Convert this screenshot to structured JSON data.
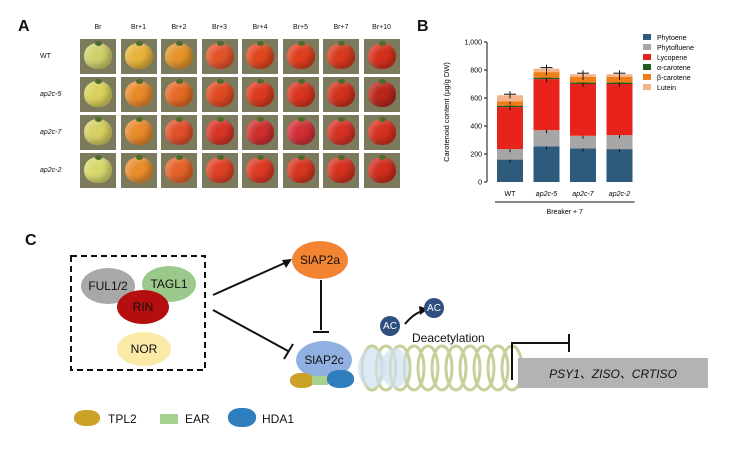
{
  "panels": {
    "a": "A",
    "b": "B",
    "c": "C"
  },
  "panel_a": {
    "columns": [
      "Br",
      "Br+1",
      "Br+2",
      "Br+3",
      "Br+4",
      "Br+5",
      "Br+7",
      "Br+10"
    ],
    "rows": [
      "WT",
      "ap2c-5",
      "ap2c-7",
      "ap2c-2"
    ],
    "fruit_colors": [
      [
        "#cfd06a",
        "#e8b23b",
        "#e3942a",
        "#e2542a",
        "#e0471f",
        "#df3f1e",
        "#d83a1d",
        "#d4311c"
      ],
      [
        "#d9d15b",
        "#e88a2a",
        "#e56a25",
        "#e04a22",
        "#db3a20",
        "#d8341e",
        "#d1301d",
        "#b8271b"
      ],
      [
        "#d6cf62",
        "#e98a2b",
        "#e1502a",
        "#d73527",
        "#cf2f2f",
        "#d12f36",
        "#d73124",
        "#d4301f"
      ],
      [
        "#d8d86c",
        "#e88d2c",
        "#e5632a",
        "#df4126",
        "#dc3a23",
        "#d63620",
        "#d5321e",
        "#d02d1d"
      ]
    ]
  },
  "chart_data": {
    "type": "bar",
    "stacked": true,
    "ylabel": "Carotenoid content (μg/g DW)",
    "ylim": [
      0,
      1000
    ],
    "yticks": [
      "0",
      "200",
      "400",
      "600",
      "800",
      "1,000"
    ],
    "categories": [
      "WT",
      "ap2c-5",
      "ap2c-7",
      "ap2c-2"
    ],
    "group_label": "Breaker + 7",
    "legend_position": "right",
    "series": [
      {
        "name": "Phytoene",
        "color": "#2e5a7c",
        "values": [
          160,
          255,
          240,
          235
        ]
      },
      {
        "name": "Phytofluene",
        "color": "#a6a6a6",
        "values": [
          75,
          115,
          90,
          100
        ]
      },
      {
        "name": "Lycopene",
        "color": "#e8231c",
        "values": [
          300,
          365,
          370,
          365
        ]
      },
      {
        "name": "α-carotene",
        "color": "#1f5c1f",
        "values": [
          10,
          10,
          10,
          10
        ]
      },
      {
        "name": "β-carotene",
        "color": "#f07d1a",
        "values": [
          30,
          40,
          40,
          40
        ]
      },
      {
        "name": "Lutein",
        "color": "#f4b58a",
        "values": [
          45,
          25,
          20,
          20
        ]
      }
    ]
  },
  "panel_c": {
    "ful12": "FUL1/2",
    "tagl1": "TAGL1",
    "rin": "RIN",
    "nor": "NOR",
    "slap2a": "SlAP2a",
    "slap2c": "SlAP2c",
    "ac1": "AC",
    "ac2": "AC",
    "deacetylation": "Deacetylation",
    "targets": "PSY1、ZISO、CRTISO",
    "legend": {
      "tpl2": "TPL2",
      "ear": "EAR",
      "hda1": "HDA1"
    },
    "colors": {
      "ful": "#a8a8a8",
      "tagl": "#9bc98b",
      "rin": "#b40e0e",
      "nor": "#fbeaa7",
      "slap2a": "#f38432",
      "slap2c": "#8fb0e0",
      "ac": "#2f4f7f",
      "tpl2": "#c9a227",
      "ear": "#a6d18f",
      "hda1": "#2f7fbf",
      "psy_box": "#b3b3b3"
    }
  }
}
